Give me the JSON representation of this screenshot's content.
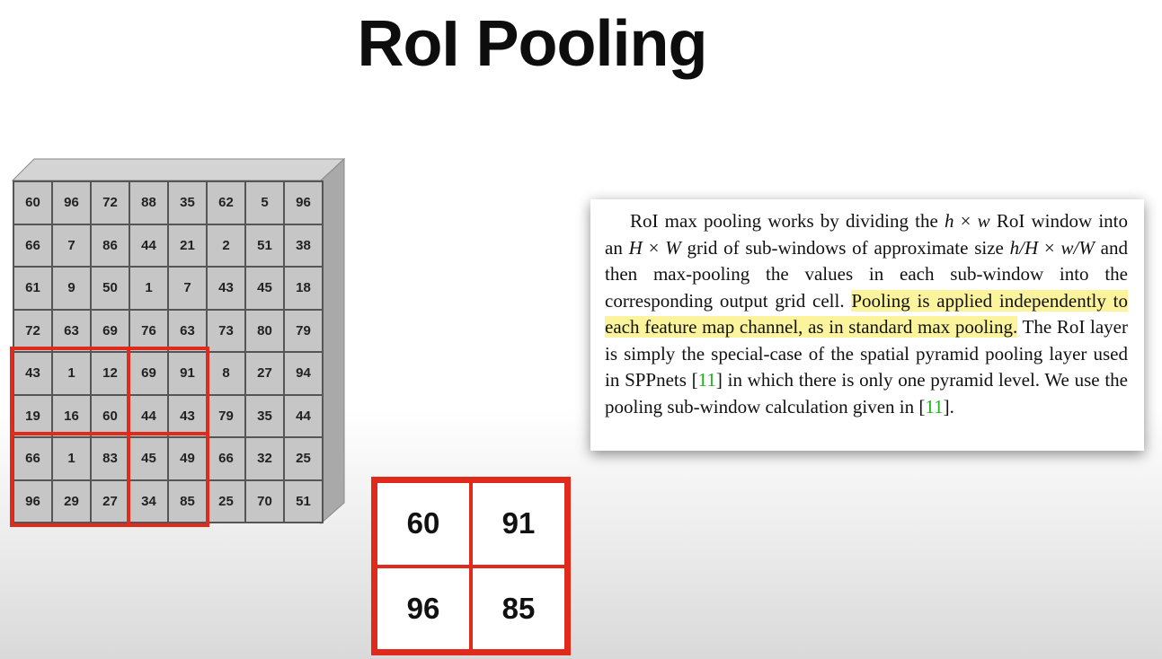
{
  "slide": {
    "title": "RoI Pooling"
  },
  "feature_map": {
    "rows": [
      [
        "60",
        "96",
        "72",
        "88",
        "35",
        "62",
        "5",
        "96"
      ],
      [
        "66",
        "7",
        "86",
        "44",
        "21",
        "2",
        "51",
        "38"
      ],
      [
        "61",
        "9",
        "50",
        "1",
        "7",
        "43",
        "45",
        "18"
      ],
      [
        "72",
        "63",
        "69",
        "76",
        "63",
        "73",
        "80",
        "79"
      ],
      [
        "43",
        "1",
        "12",
        "69",
        "91",
        "8",
        "27",
        "94"
      ],
      [
        "19",
        "16",
        "60",
        "44",
        "43",
        "79",
        "35",
        "44"
      ],
      [
        "66",
        "1",
        "83",
        "45",
        "49",
        "66",
        "32",
        "25"
      ],
      [
        "96",
        "29",
        "27",
        "34",
        "85",
        "25",
        "70",
        "51"
      ]
    ]
  },
  "pooled_output": {
    "rows": [
      [
        "60",
        "91"
      ],
      [
        "96",
        "85"
      ]
    ]
  },
  "excerpt": {
    "seg1": "RoI max pooling works by dividing the ",
    "m1": "h",
    "t1": " × ",
    "m2": "w",
    "seg2": " RoI window into an ",
    "m3": "H",
    "t2": " × ",
    "m4": "W",
    "seg3": " grid of sub-windows of approximate size ",
    "m5": "h/H",
    "t3": " × ",
    "m6": "w/W",
    "seg4": " and then max-pooling the values in each sub-window into the corresponding output grid cell. ",
    "highlight": "Pooling is applied independently to each feature map channel, as in standard max pooling.",
    "seg5": " The RoI layer is simply the special-case of the spatial pyramid pooling layer used in SPPnets [",
    "cite1": "11",
    "seg6": "] in which there is only one pyramid level. We use the pooling sub-window calculation given in [",
    "cite2": "11",
    "seg7": "]."
  },
  "colors": {
    "roi_red": "#e02a1c",
    "highlight": "#fbf49c",
    "citation": "#1db31d",
    "cell": "#c6c6c6"
  }
}
